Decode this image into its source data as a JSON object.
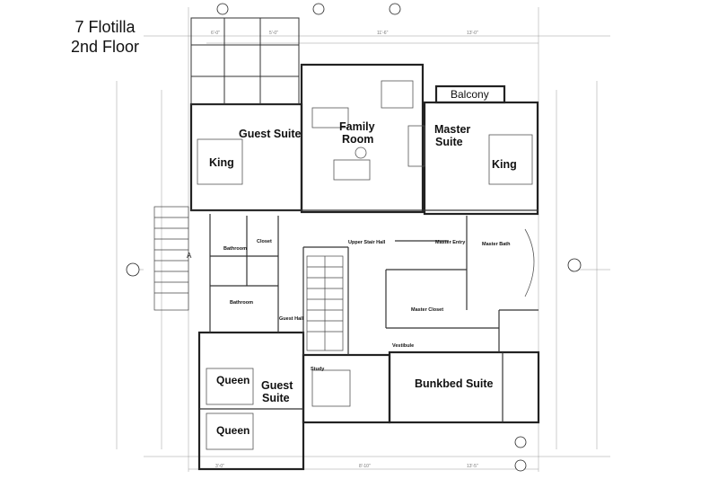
{
  "title": {
    "line1": "7 Flotilla",
    "line2": "2nd Floor"
  },
  "rooms": {
    "guest_suite_1": "Guest Suite",
    "king_1": "King",
    "family_room_1": "Family",
    "family_room_2": "Room",
    "master_suite_1": "Master",
    "master_suite_2": "Suite",
    "king_2": "King",
    "balcony": "Balcony",
    "guest_suite_2a": "Guest",
    "guest_suite_2b": "Suite",
    "queen_1": "Queen",
    "queen_2": "Queen",
    "bunkbed_suite": "Bunkbed Suite",
    "bathroom_1": "Bathroom",
    "bathroom_2": "Bathroom",
    "closet": "Closet",
    "guest_hall": "Guest Hall",
    "upper_stair_hall": "Upper Stair Hall",
    "master_entry": "Master Entry",
    "master_bath": "Master Bath",
    "master_closet": "Master Closet",
    "vestibule": "Vestibule",
    "study": "Study",
    "label_a": "A"
  },
  "colors": {
    "line": "#222222",
    "dim": "#8a8a8a",
    "bg": "#ffffff"
  }
}
